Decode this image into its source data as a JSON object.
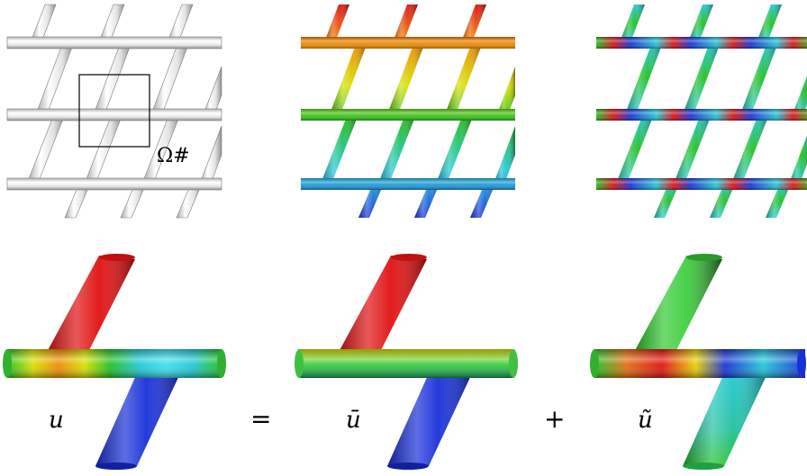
{
  "labels": {
    "omega_sharp": "Ω#",
    "u": "u",
    "equals": "=",
    "u_bar": "ū",
    "plus": "+",
    "u_tilde": "ũ"
  },
  "colors": {
    "red": "#e01010",
    "orange": "#f08a00",
    "yellow": "#e8e000",
    "green": "#20c020",
    "cyan": "#20c8d8",
    "blue": "#1830d8",
    "gray_light": "#f2f2f2",
    "gray_dark": "#9a9a9a"
  }
}
